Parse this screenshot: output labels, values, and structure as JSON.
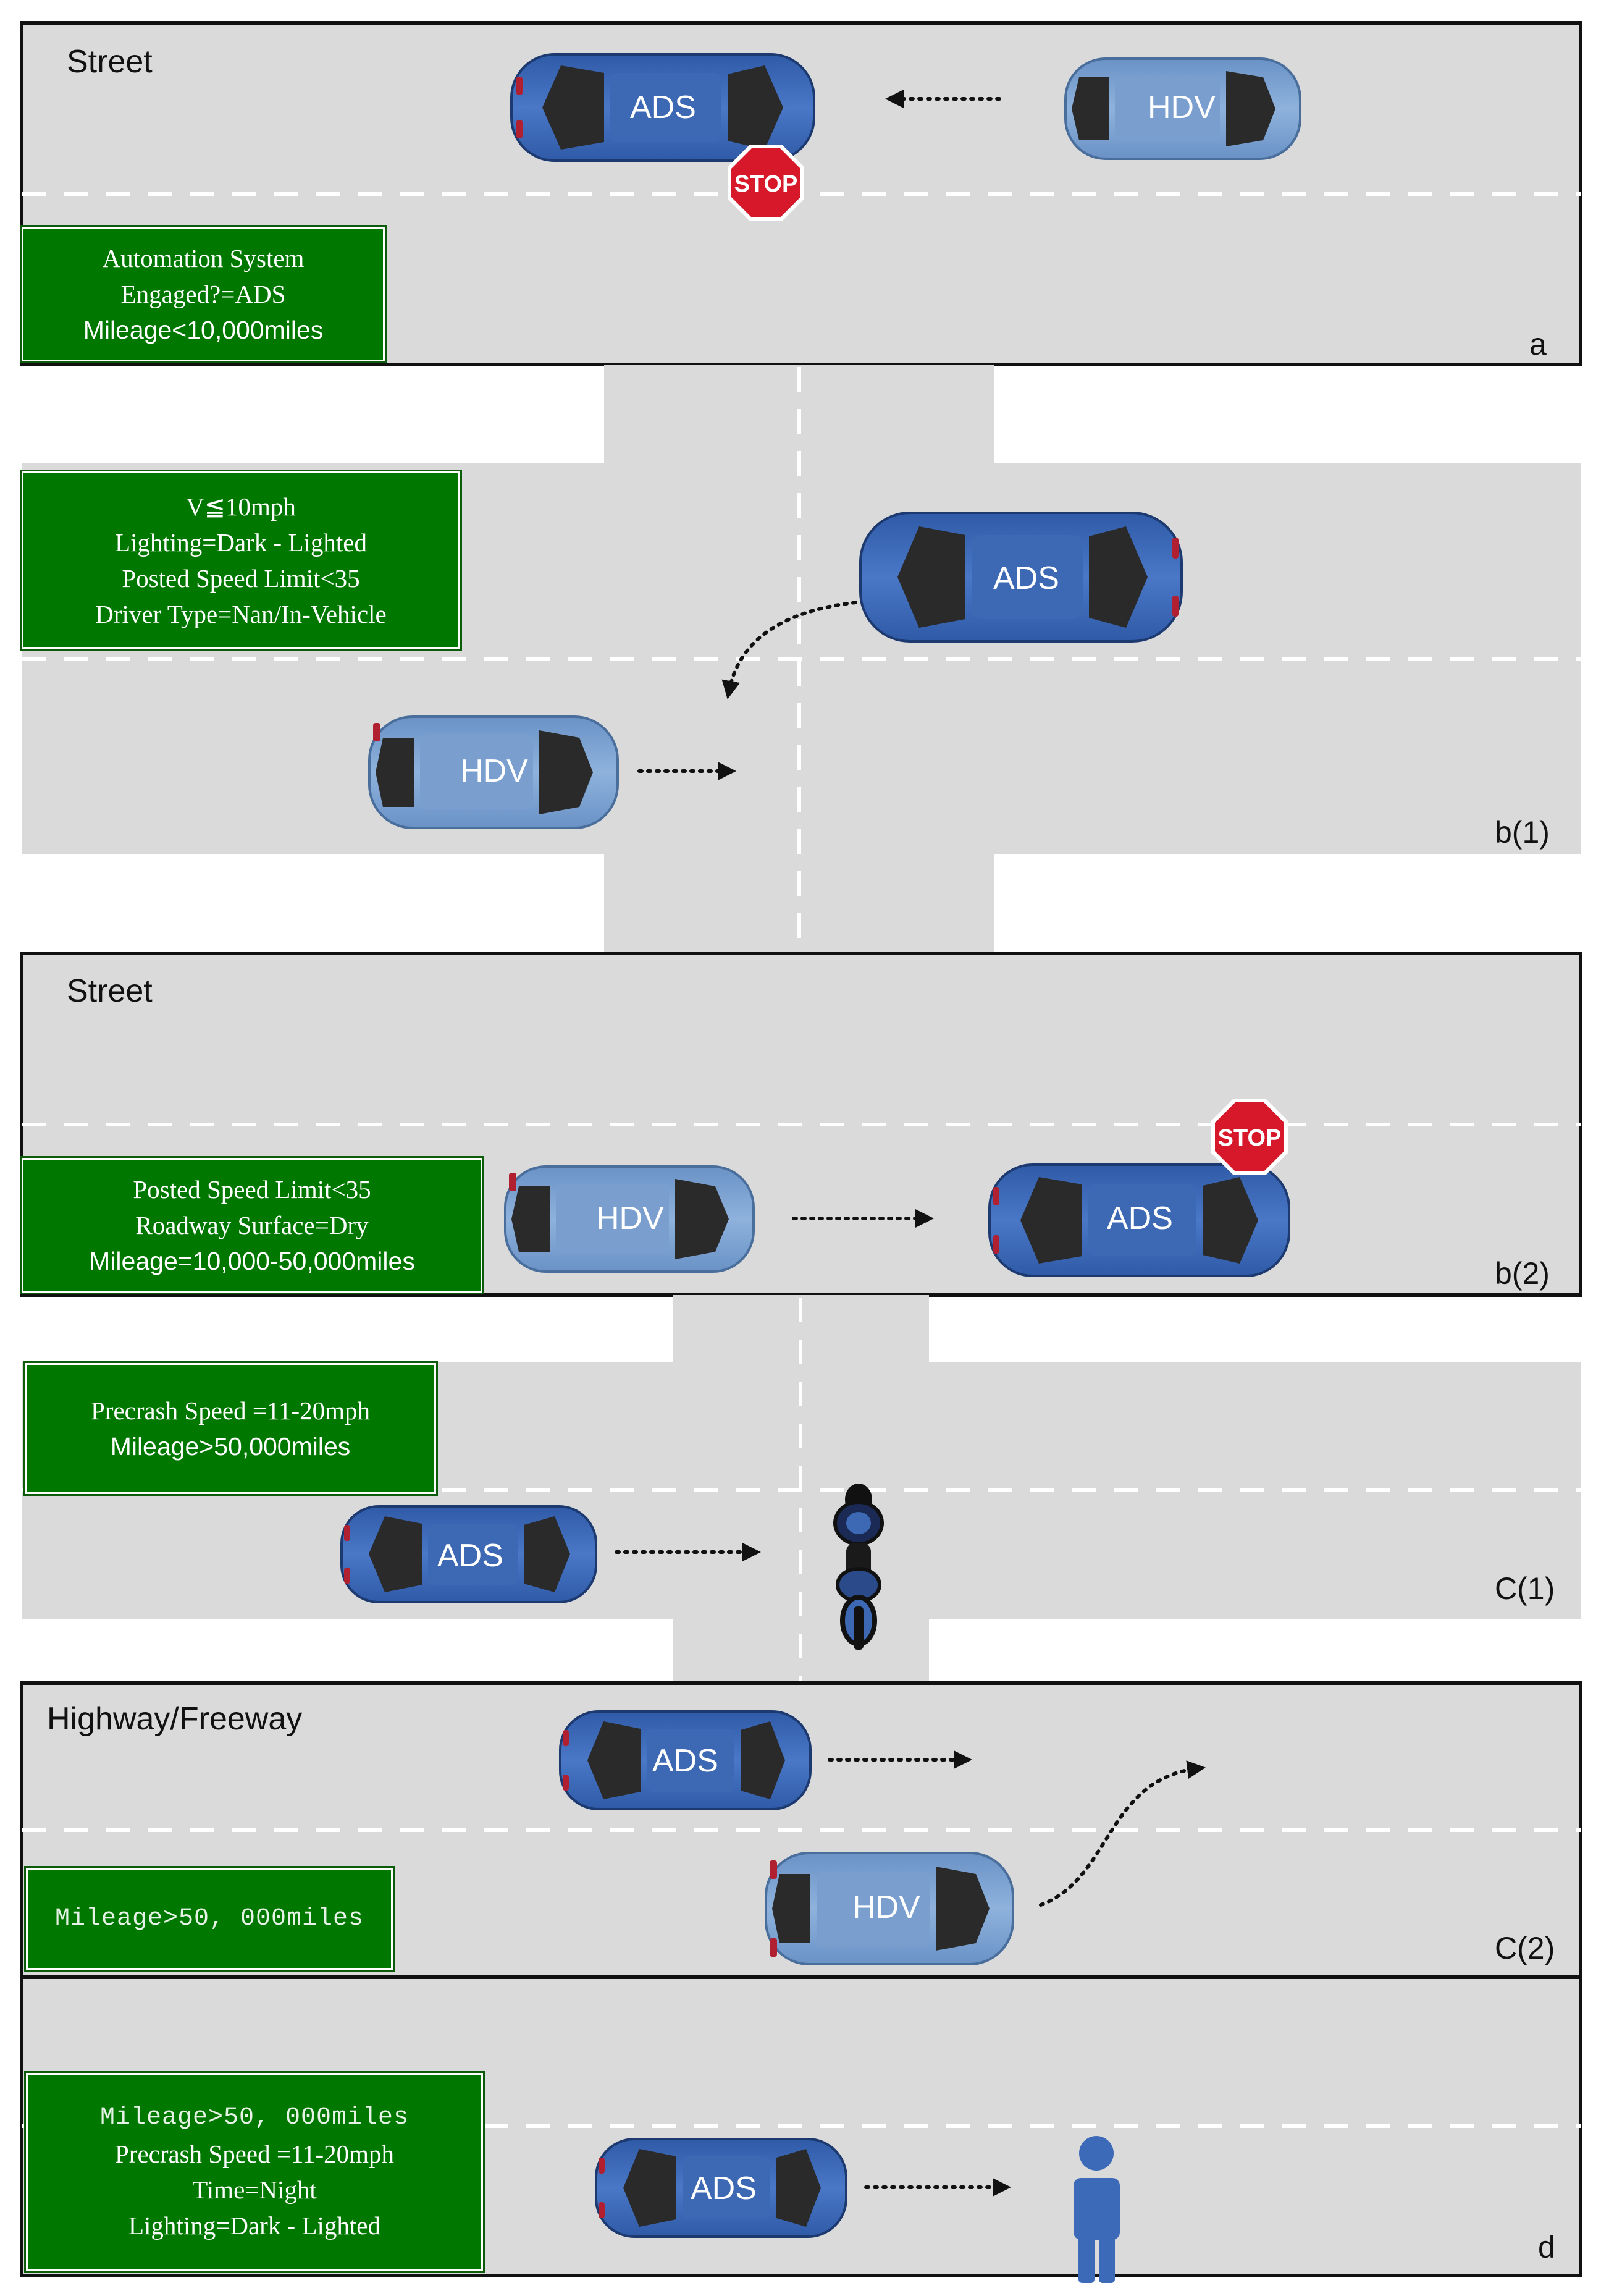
{
  "colors": {
    "road": "#dadada",
    "sign": "#007800",
    "ads": "#3d6ab8",
    "hdv": "#7ea4d2",
    "stop": "#d6182a"
  },
  "panels": {
    "a": {
      "road_label": "Street",
      "tag": "a",
      "sign": [
        "Automation System",
        "Engaged?=ADS",
        "Mileage<10,000miles"
      ]
    },
    "b1": {
      "tag": "b(1)",
      "sign": [
        "V≦10mph",
        "Lighting=Dark - Lighted",
        "Posted Speed Limit<35",
        "Driver Type=Nan/In-Vehicle"
      ]
    },
    "b2": {
      "road_label": "Street",
      "tag": "b(2)",
      "sign": [
        "Posted Speed Limit<35",
        "Roadway Surface=Dry",
        "Mileage=10,000-50,000miles"
      ]
    },
    "c1": {
      "tag": "C(1)",
      "sign": [
        "Precrash Speed =11-20mph",
        "Mileage>50,000miles"
      ]
    },
    "c2": {
      "road_label": "Highway/Freeway",
      "tag": "C(2)",
      "sign": [
        "Mileage>50, 000miles"
      ]
    },
    "d": {
      "tag": "d",
      "sign": [
        "Mileage>50, 000miles",
        "Precrash Speed =11-20mph",
        "Time=Night",
        "Lighting=Dark - Lighted"
      ]
    }
  },
  "vehicles": {
    "ads_label": "ADS",
    "hdv_label": "HDV",
    "stop_label": "STOP"
  },
  "icons": [
    "stop-sign-icon",
    "motorcycle-icon",
    "pedestrian-icon",
    "car-icon"
  ]
}
